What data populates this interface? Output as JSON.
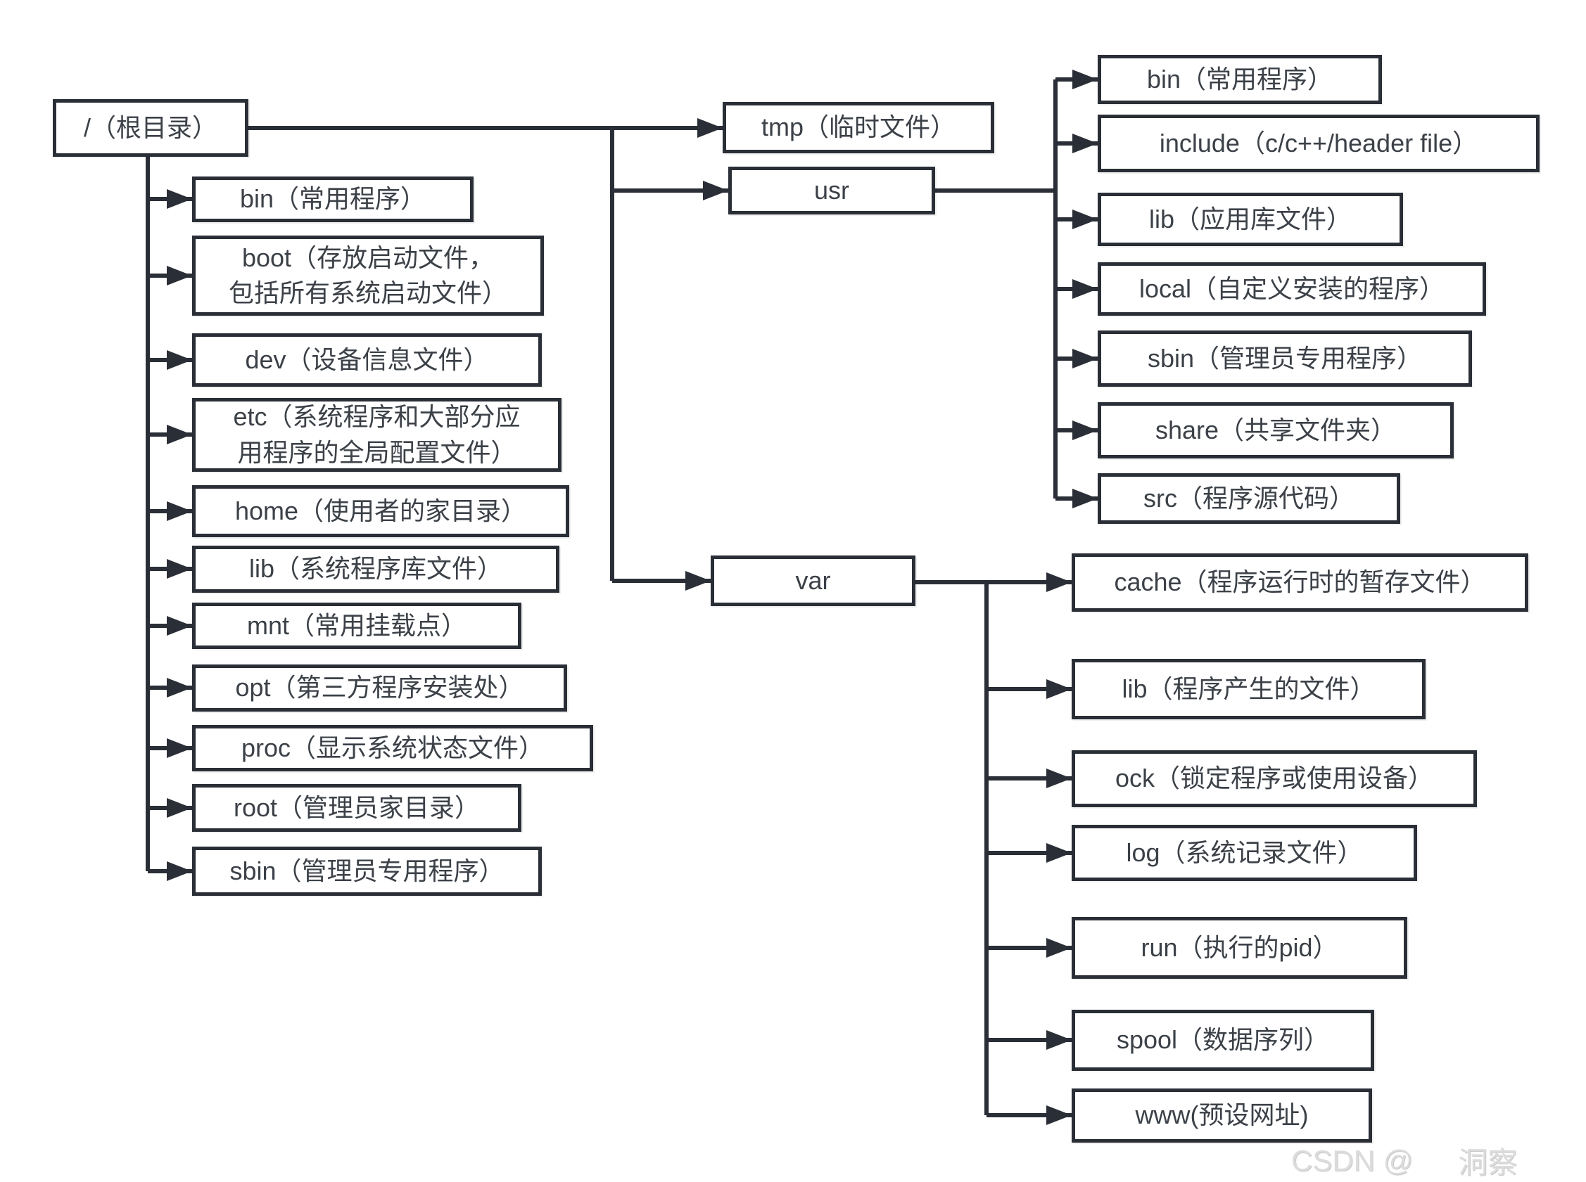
{
  "diagram_type": "linux-filesystem-tree",
  "colors": {
    "line": "#2a2e36",
    "box_border": "#2a2e36",
    "text": "#3c4148",
    "background": "#ffffff",
    "watermark": "#dcdcdc"
  },
  "nodes": {
    "root": "/（根目录）",
    "left": [
      "bin（常用程序）",
      "boot（存放启动文件，\n包括所有系统启动文件）",
      "dev（设备信息文件）",
      "etc（系统程序和大部分应\n用程序的全局配置文件）",
      "home（使用者的家目录）",
      "lib（系统程序库文件）",
      "mnt（常用挂载点）",
      "opt（第三方程序安装处）",
      "proc（显示系统状态文件）",
      "root（管理员家目录）",
      "sbin（管理员专用程序）"
    ],
    "tmp": "tmp（临时文件）",
    "usr": "usr",
    "var": "var",
    "usr_children": [
      "bin（常用程序）",
      "include（c/c++/header file）",
      "lib（应用库文件）",
      "local（自定义安装的程序）",
      "sbin（管理员专用程序）",
      "share（共享文件夹）",
      "src（程序源代码）"
    ],
    "var_children": [
      "cache（程序运行时的暂存文件）",
      "lib（程序产生的文件）",
      "ock（锁定程序或使用设备）",
      "log（系统记录文件）",
      "run（执行的pid）",
      "spool（数据序列）",
      "www(预设网址)"
    ]
  },
  "watermark": {
    "brand": "CSDN @",
    "author": "洞察"
  }
}
